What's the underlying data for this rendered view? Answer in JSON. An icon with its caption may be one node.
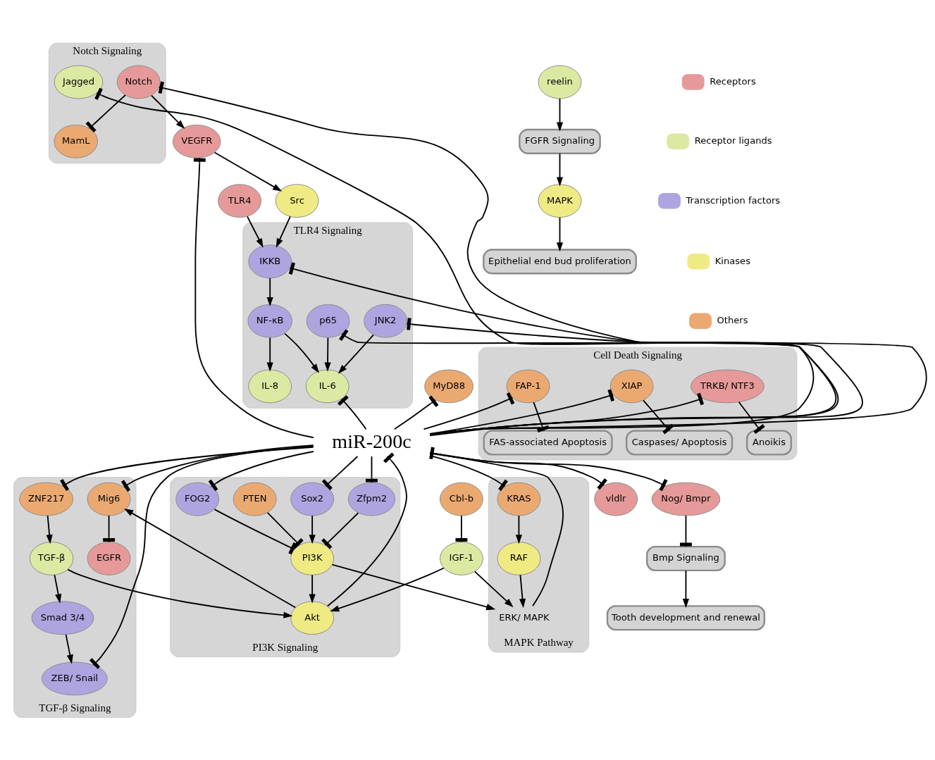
{
  "diagram": {
    "nodes": [
      {
        "text": [
          "Notch Signaling"
        ]
      },
      {
        "text": [
          "MamL"
        ],
        "in": 0
      },
      {
        "text": [
          "Jagged"
        ],
        "in": 0
      },
      {
        "text": [
          "Notch"
        ],
        "in": 0
      },
      {
        "text": [
          "Src"
        ]
      },
      {
        "text": [
          "VEGFR"
        ]
      },
      {
        "text": [
          "TLR4 Signaling"
        ]
      },
      {
        "text": [
          "IKKB"
        ],
        "in": 6
      },
      {
        "text": [
          "NF-κB"
        ],
        "in": 6
      },
      {
        "text": [
          "IL-8"
        ],
        "in": 6
      },
      {
        "text": [
          "IL-6"
        ],
        "in": 6
      },
      {
        "text": [
          "p65"
        ],
        "in": 6
      },
      {
        "text": [
          "JNK2"
        ],
        "in": 6
      },
      {
        "text": [
          "TLR4"
        ]
      },
      {
        "text": [
          "MyD88"
        ]
      },
      {
        "text": [
          "Cell Death Signaling"
        ]
      },
      {
        "text": [
          "Anoikis"
        ],
        "in": 15
      },
      {
        "text": [
          "Caspases/ Apoptosis"
        ],
        "in": 15
      },
      {
        "text": [
          "FAS-associated Apoptosis"
        ],
        "in": 15
      },
      {
        "text": [
          "TRKB/ NTF3"
        ],
        "in": 15
      },
      {
        "text": [
          "XIAP"
        ],
        "in": 15
      },
      {
        "text": [
          "FAP-1"
        ],
        "in": 15
      },
      {
        "text": [
          "miR-200c"
        ]
      },
      {
        "text": [
          "TGF-β Signaling"
        ]
      },
      {
        "text": [
          "ZNF217"
        ],
        "in": 23
      },
      {
        "text": [
          "ZEB/ Snail"
        ],
        "in": 23
      },
      {
        "text": [
          "Mig6"
        ],
        "in": 23
      },
      {
        "text": [
          "Smad 3/4"
        ],
        "in": 23
      },
      {
        "text": [
          "EGFR"
        ],
        "in": 23
      },
      {
        "text": [
          "TGF-β"
        ],
        "in": 23
      },
      {
        "text": [
          "PI3K Signaling"
        ]
      },
      {
        "text": [
          "FOG2"
        ],
        "in": 30
      },
      {
        "text": [
          "Sox2"
        ],
        "in": 30
      },
      {
        "text": [
          "Zfpm2"
        ],
        "in": 30
      },
      {
        "text": [
          "PTEN"
        ],
        "in": 30
      },
      {
        "text": [
          "PI3K"
        ],
        "in": 30
      },
      {
        "text": [
          "Akt"
        ],
        "in": 30
      },
      {
        "text": [
          "MAPK Pathway"
        ]
      },
      {
        "text": [
          "KRAS"
        ],
        "in": 37
      },
      {
        "text": [
          "RAF"
        ],
        "in": 37
      },
      {
        "text": [
          "ERK/ MAPK"
        ],
        "in": 37
      },
      {
        "text": [
          "IGF-1"
        ]
      },
      {
        "text": [
          "Cbl-b"
        ]
      },
      {
        "text": [
          "vldlr"
        ]
      },
      {
        "text": [
          "reelin"
        ]
      },
      {
        "text": [
          "Nog/ Bmpr"
        ]
      },
      {
        "text": [
          "Tooth development and renewal"
        ]
      },
      {
        "text": [
          "Epithelial end bud proliferation"
        ]
      },
      {
        "text": [
          "Bmp Signaling"
        ]
      },
      {
        "text": [
          "FGFR Signaling"
        ]
      },
      {
        "text": [
          "MAPK"
        ]
      }
    ],
    "edges": [
      {
        "from": 22,
        "to": 2,
        "arrow": "other"
      },
      {
        "from": 22,
        "to": 3,
        "arrow": "other"
      },
      {
        "from": 22,
        "to": 5,
        "arrow": "other"
      },
      {
        "from": 22,
        "to": 7,
        "arrow": "other"
      },
      {
        "from": 22,
        "to": 10,
        "arrow": "other"
      },
      {
        "from": 22,
        "to": 12,
        "arrow": "other"
      },
      {
        "from": 22,
        "to": 11,
        "arrow": "other"
      },
      {
        "from": 22,
        "to": 14,
        "arrow": "other"
      },
      {
        "from": 22,
        "to": 19,
        "arrow": "other"
      },
      {
        "from": 22,
        "to": 20,
        "arrow": "other"
      },
      {
        "from": 22,
        "to": 21,
        "arrow": "other"
      },
      {
        "from": 3,
        "to": 1,
        "arrow": "other"
      },
      {
        "from": 3,
        "to": 5,
        "arrow": "to"
      },
      {
        "from": 5,
        "to": 4,
        "arrow": "to"
      },
      {
        "from": 4,
        "to": 7,
        "arrow": "to"
      },
      {
        "from": 13,
        "to": 7,
        "arrow": "to"
      },
      {
        "from": 7,
        "to": 8,
        "arrow": "to"
      },
      {
        "from": 8,
        "to": 9,
        "arrow": "to"
      },
      {
        "from": 8,
        "to": 10,
        "arrow": "to"
      },
      {
        "from": 11,
        "to": 10,
        "arrow": "to"
      },
      {
        "from": 12,
        "to": 10,
        "arrow": "to"
      },
      {
        "from": 19,
        "to": 16,
        "arrow": "other"
      },
      {
        "from": 20,
        "to": 17,
        "arrow": "other"
      },
      {
        "from": 21,
        "to": 18,
        "arrow": "other"
      },
      {
        "from": 22,
        "to": 24,
        "arrow": "other"
      },
      {
        "from": 22,
        "to": 25,
        "arrow": "other"
      },
      {
        "from": 22,
        "to": 26,
        "arrow": "other"
      },
      {
        "from": 36,
        "to": 22,
        "arrow": "other"
      },
      {
        "from": 22,
        "to": 31,
        "arrow": "other"
      },
      {
        "from": 22,
        "to": 32,
        "arrow": "other"
      },
      {
        "from": 22,
        "to": 33,
        "arrow": "other"
      },
      {
        "from": 22,
        "to": 38,
        "arrow": "other"
      },
      {
        "from": 40,
        "to": 22,
        "arrow": "other"
      },
      {
        "from": 22,
        "to": 43,
        "arrow": "other"
      },
      {
        "from": 22,
        "to": 45,
        "arrow": "other"
      },
      {
        "from": 24,
        "to": 29,
        "arrow": "to"
      },
      {
        "from": 29,
        "to": 27,
        "arrow": "to"
      },
      {
        "from": 27,
        "to": 25,
        "arrow": "to"
      },
      {
        "from": 26,
        "to": 28,
        "arrow": "other"
      },
      {
        "from": 29,
        "to": 36,
        "arrow": "to"
      },
      {
        "from": 36,
        "to": 26,
        "arrow": "to"
      },
      {
        "from": 31,
        "to": 35,
        "arrow": "other"
      },
      {
        "from": 32,
        "to": 35,
        "arrow": "to"
      },
      {
        "from": 33,
        "to": 35,
        "arrow": "other"
      },
      {
        "from": 34,
        "to": 35,
        "arrow": "other"
      },
      {
        "from": 35,
        "to": 36,
        "arrow": "to"
      },
      {
        "from": 35,
        "to": 40,
        "arrow": "to"
      },
      {
        "from": 41,
        "to": 36,
        "arrow": "to"
      },
      {
        "from": 41,
        "to": 40,
        "arrow": "to"
      },
      {
        "from": 42,
        "to": 41,
        "arrow": "other"
      },
      {
        "from": 38,
        "to": 39,
        "arrow": "to"
      },
      {
        "from": 39,
        "to": 40,
        "arrow": "to"
      },
      {
        "from": 44,
        "to": 49,
        "arrow": "to"
      },
      {
        "from": 45,
        "to": 48,
        "arrow": "other"
      },
      {
        "from": 48,
        "to": 46,
        "arrow": "to"
      },
      {
        "from": 49,
        "to": 50,
        "arrow": "to"
      },
      {
        "from": 50,
        "to": 47,
        "arrow": "to"
      }
    ],
    "legend": [
      {
        "text": "Receptors",
        "color": "#e59a99"
      },
      {
        "text": "Receptor ligands",
        "color": "#dce9a3"
      },
      {
        "text": "Transcription factors",
        "color": "#aea5e0"
      },
      {
        "text": "Kinases",
        "color": "#f0ea84"
      },
      {
        "text": "Others",
        "color": "#eba972"
      }
    ]
  }
}
